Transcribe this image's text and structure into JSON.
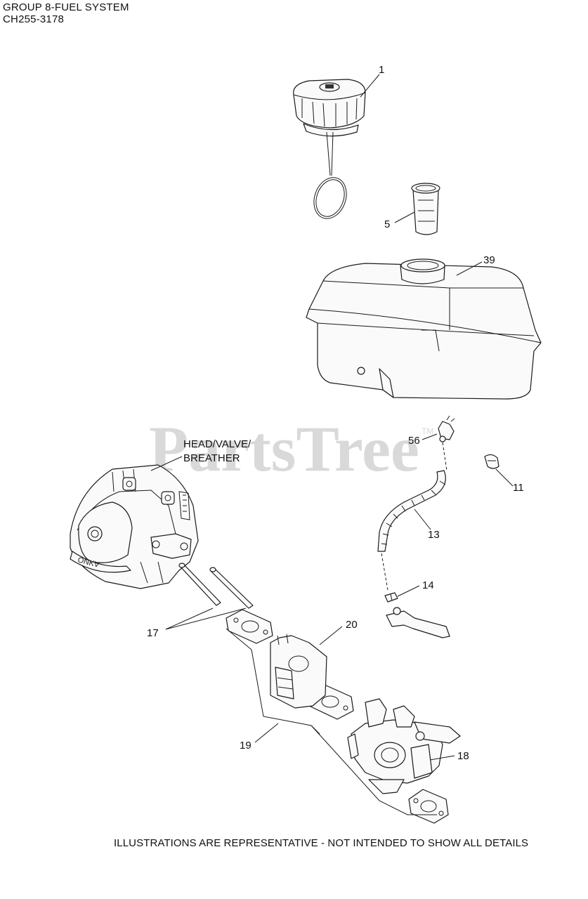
{
  "header": {
    "title": "GROUP 8-FUEL SYSTEM",
    "model": "CH255-3178"
  },
  "watermark": {
    "text": "PartsTree",
    "tm": "TM"
  },
  "callouts": {
    "c1": "1",
    "c5": "5",
    "c39": "39",
    "c56": "56",
    "c11": "11",
    "c13": "13",
    "c14": "14",
    "c17": "17",
    "c20": "20",
    "c19": "19",
    "c18": "18",
    "head_line1": "HEAD/VALVE/",
    "head_line2": "BREATHER"
  },
  "footer": {
    "disclaimer": "ILLUSTRATIONS ARE REPRESENTATIVE - NOT INTENDED TO SHOW ALL DETAILS"
  }
}
